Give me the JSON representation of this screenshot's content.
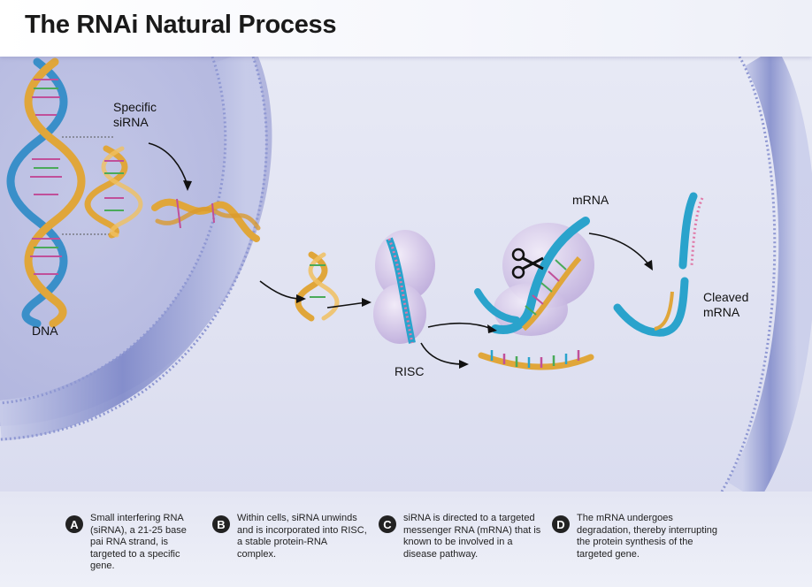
{
  "title": "The RNAi Natural Process",
  "labels": {
    "dna": "DNA",
    "specific_sirna": "Specific\nsiRNA",
    "risc": "RISC",
    "mrna": "mRNA",
    "cleaved_mrna": "Cleaved\nmRNA"
  },
  "steps": [
    {
      "badge": "A",
      "text": "Small interfering RNA (siRNA), a 21-25 base pai RNA strand, is targeted to a specific gene."
    },
    {
      "badge": "B",
      "text": "Within cells, siRNA unwinds and is incorporated into RISC, a stable protein-RNA complex."
    },
    {
      "badge": "C",
      "text": "siRNA is directed to a targeted messenger RNA (mRNA) that is known to be involved in a disease pathway."
    },
    {
      "badge": "D",
      "text": "The mRNA undergoes degradation, thereby interrupting the protein synthesis of the targeted gene."
    }
  ],
  "colors": {
    "membrane": "#7c87c8",
    "helix_blue": "#3a8fc9",
    "helix_gold": "#e0a63a",
    "mrna_band": "#2aa3cc",
    "risc": "#c8b8e2"
  },
  "icons": {
    "cut": "scissors-icon"
  }
}
